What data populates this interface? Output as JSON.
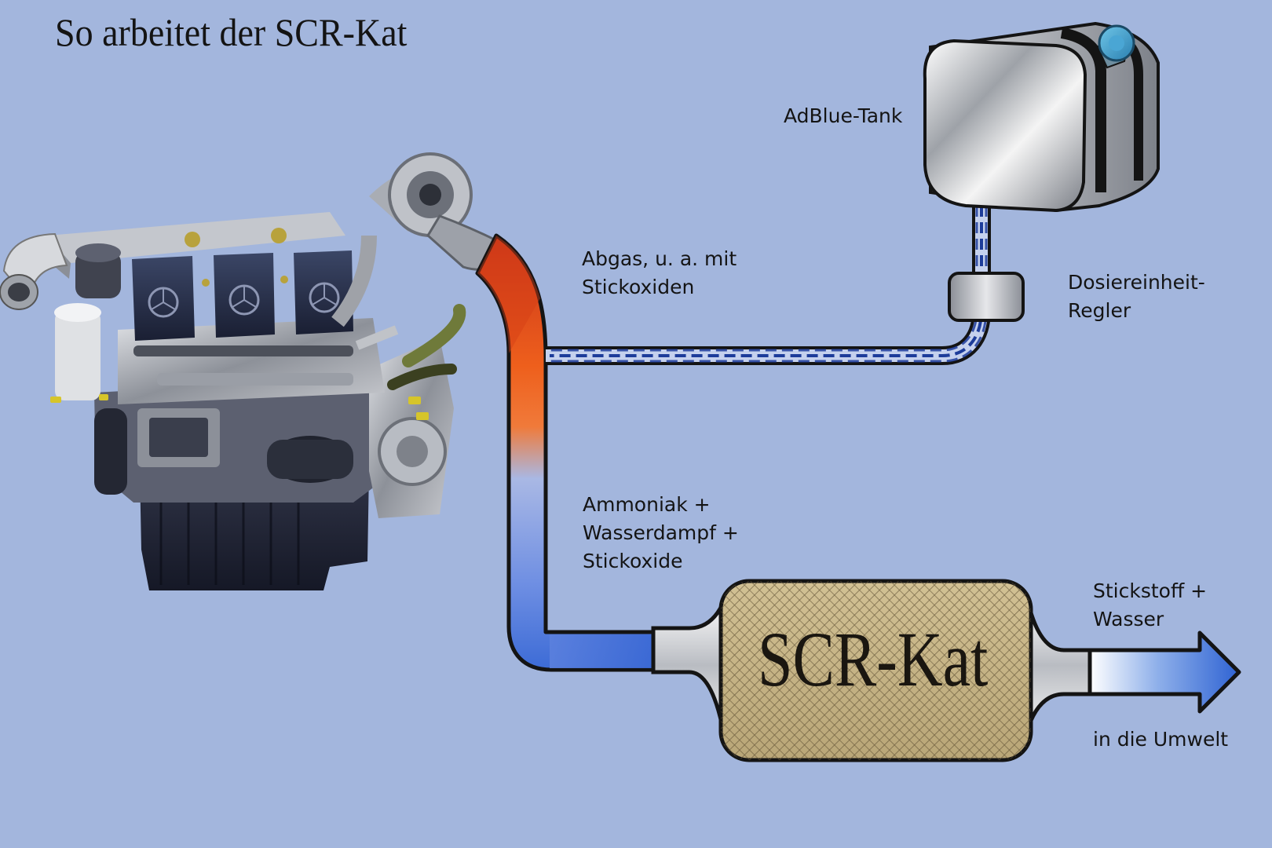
{
  "title": "So arbeitet der SCR-Kat",
  "labels": {
    "adblue_tank": "AdBlue-Tank",
    "exhaust": [
      "Abgas, u. a. mit",
      "Stickoxiden"
    ],
    "dosing_unit": [
      "Dosiereinheit-",
      "Regler"
    ],
    "mixture": [
      "Ammoniak +",
      "Wasserdampf +",
      "Stickoxide"
    ],
    "output": [
      "Stickstoff +",
      "Wasser"
    ],
    "environment": "in die Umwelt"
  },
  "catalyst_label": "SCR-Kat",
  "colors": {
    "background": "#a3b6dd",
    "exhaust_hot": "#e4521b",
    "pipe_blue": "#3f6ed8",
    "dosing_line": "#1d3c9a",
    "catalyst_mesh": "#c8b58a"
  }
}
